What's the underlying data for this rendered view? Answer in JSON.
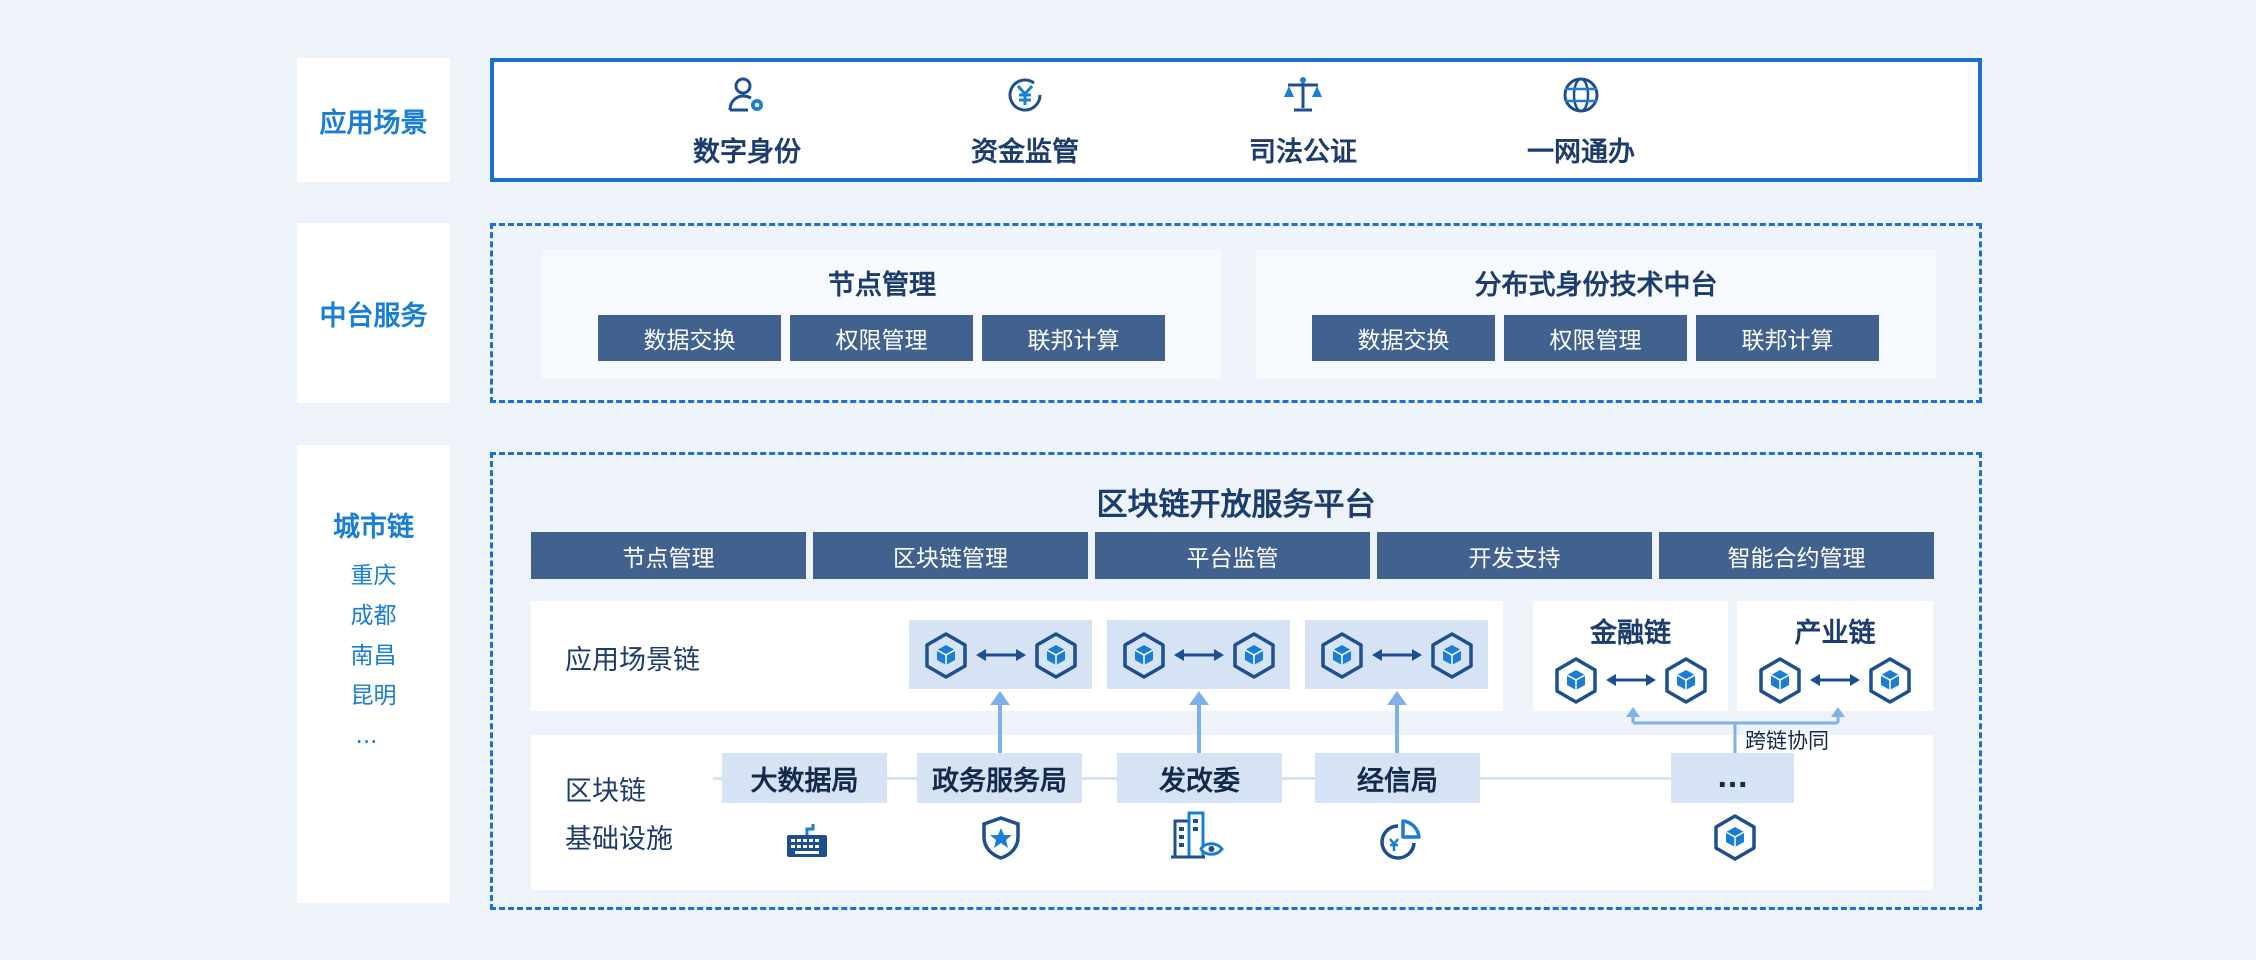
{
  "layers": {
    "application": {
      "label": "应用场景",
      "scenes": [
        {
          "label": "数字身份",
          "icon": "user-gear-icon"
        },
        {
          "label": "资金监管",
          "icon": "yuan-coin-icon"
        },
        {
          "label": "司法公证",
          "icon": "scales-icon"
        },
        {
          "label": "一网通办",
          "icon": "globe-icon"
        }
      ]
    },
    "middle": {
      "label": "中台服务",
      "panels": [
        {
          "title": "节点管理",
          "chips": [
            "数据交换",
            "权限管理",
            "联邦计算"
          ]
        },
        {
          "title": "分布式身份技术中台",
          "chips": [
            "数据交换",
            "权限管理",
            "联邦计算"
          ]
        }
      ]
    },
    "city_chain": {
      "label": "城市链",
      "cities": [
        "重庆",
        "成都",
        "南昌",
        "昆明",
        "..."
      ]
    }
  },
  "platform": {
    "title": "区块链开放服务平台",
    "features": [
      "节点管理",
      "区块链管理",
      "平台监管",
      "开发支持",
      "智能合约管理"
    ]
  },
  "scene_chain": {
    "label": "应用场景链",
    "finance_label": "金融链",
    "industry_label": "产业链",
    "cross_chain_label": "跨链协同"
  },
  "infrastructure": {
    "label_line1": "区块链",
    "label_line2": "基础设施",
    "bureaus": [
      {
        "label": "大数据局",
        "icon": "keyboard-icon"
      },
      {
        "label": "政务服务局",
        "icon": "shield-star-icon"
      },
      {
        "label": "发改委",
        "icon": "building-eye-icon"
      },
      {
        "label": "经信局",
        "icon": "pie-yuan-icon"
      },
      {
        "label": "...",
        "icon": "block-cube-icon"
      }
    ]
  },
  "colors": {
    "background": "#eef3fa",
    "accent": "#1a7fd4",
    "chip": "#41628f",
    "dark_text": "#1d3c6e",
    "light_box": "#d6e3f5",
    "arrow": "#7fb0ea"
  }
}
